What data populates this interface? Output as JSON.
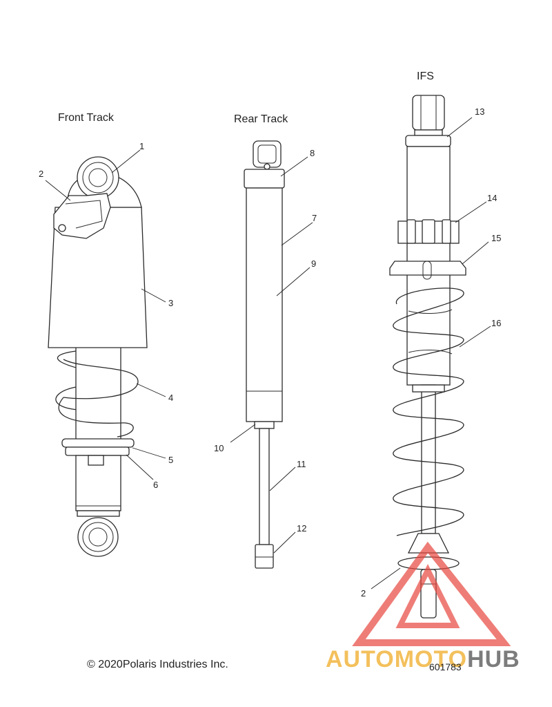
{
  "labels": {
    "front": "Front Track",
    "rear": "Rear Track",
    "ifs": "IFS"
  },
  "callouts": {
    "c1": "1",
    "c2": "2",
    "c3": "3",
    "c4": "4",
    "c5": "5",
    "c6": "6",
    "c7": "7",
    "c8": "8",
    "c9": "9",
    "c10": "10",
    "c11": "11",
    "c12": "12",
    "c13": "13",
    "c14": "14",
    "c15": "15",
    "c16": "16",
    "c2b": "2"
  },
  "footer": {
    "copyright": "© 2020Polaris Industries Inc.",
    "part_number": "601783"
  },
  "watermark": {
    "text_a": "AUTOMOTO",
    "text_b": "HUB",
    "color_red": "#e8473f",
    "color_gold": "#f2b640"
  }
}
